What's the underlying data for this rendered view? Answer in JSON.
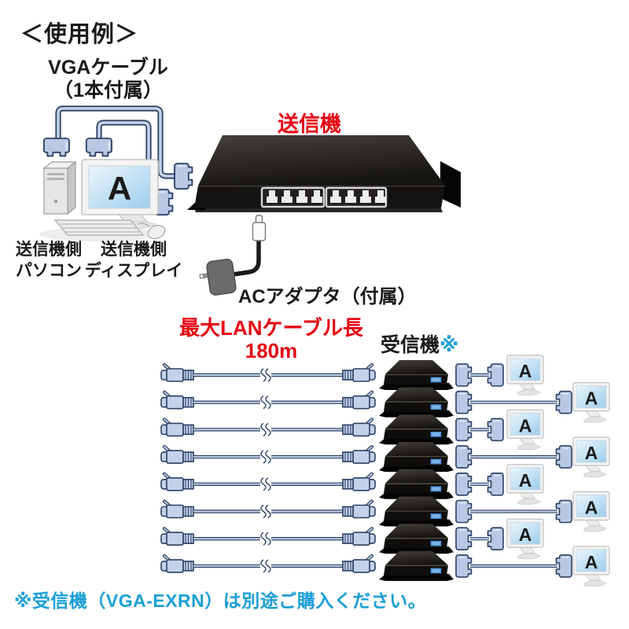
{
  "title": "＜使用例＞",
  "transmitter_section": {
    "vga_cable_label": "VGAケーブル",
    "vga_cable_note": "（1本付属）",
    "transmitter_label": "送信機",
    "pc_label_line1": "送信機側",
    "pc_label_line2": "パソコン",
    "display_label_line1": "送信機側",
    "display_label_line2": "ディスプレイ",
    "ac_adapter_label": "ACアダプタ（付属）",
    "pc_screen_letter": "A",
    "lan_port_count": 8
  },
  "receiver_section": {
    "lan_length_line1": "最大LANケーブル長",
    "lan_length_line2": "180m",
    "receiver_label": "受信機",
    "receiver_note_mark": "※",
    "lan_cable_count": 8,
    "receiver_count": 8,
    "monitor_count": 8,
    "monitor_screen_letter": "A"
  },
  "footer": {
    "note": "※受信機（VGA-EXRN）は別途ご購入ください。"
  },
  "colors": {
    "accent_red": "#e60012",
    "note_blue": "#1b9ed8",
    "cable_outline": "#2c4064",
    "cable_fill": "#c3d2e9",
    "device_black": "#141312",
    "vga_port_blue": "#4a8fd4",
    "screen_blue": "#a5d2ee"
  }
}
